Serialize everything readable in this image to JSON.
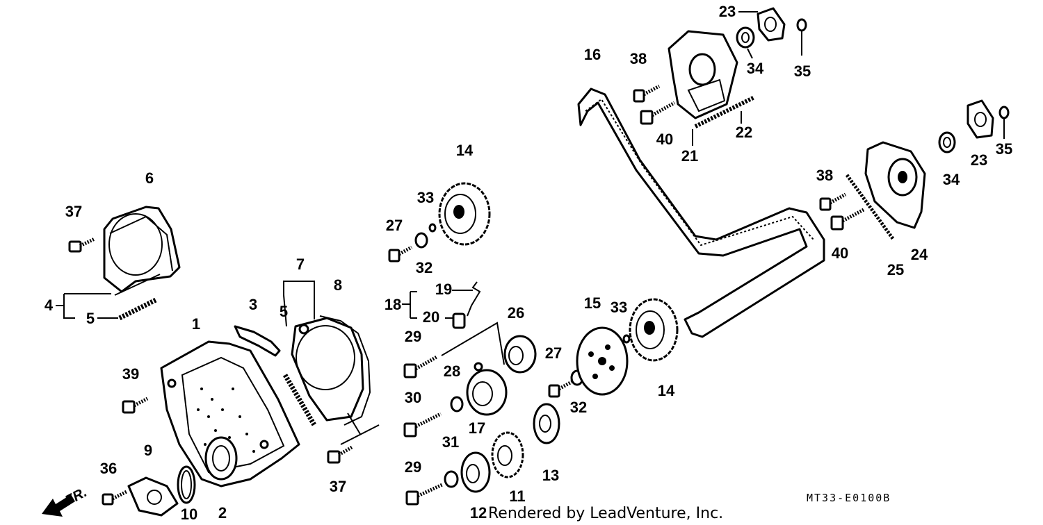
{
  "diagram": {
    "callouts": [
      "1",
      "2",
      "3",
      "4",
      "5",
      "5",
      "6",
      "7",
      "8",
      "9",
      "10",
      "11",
      "12",
      "13",
      "14",
      "14",
      "15",
      "16",
      "17",
      "18",
      "19",
      "20",
      "21",
      "22",
      "23",
      "23",
      "24",
      "25",
      "26",
      "27",
      "27",
      "28",
      "29",
      "29",
      "30",
      "31",
      "32",
      "32",
      "33",
      "33",
      "34",
      "34",
      "35",
      "35",
      "36",
      "37",
      "37",
      "38",
      "38",
      "39",
      "40",
      "40"
    ],
    "front_label": "FR.",
    "diagram_code": "MT33-E0100B",
    "watermark": "Rendered by LeadVenture, Inc."
  }
}
